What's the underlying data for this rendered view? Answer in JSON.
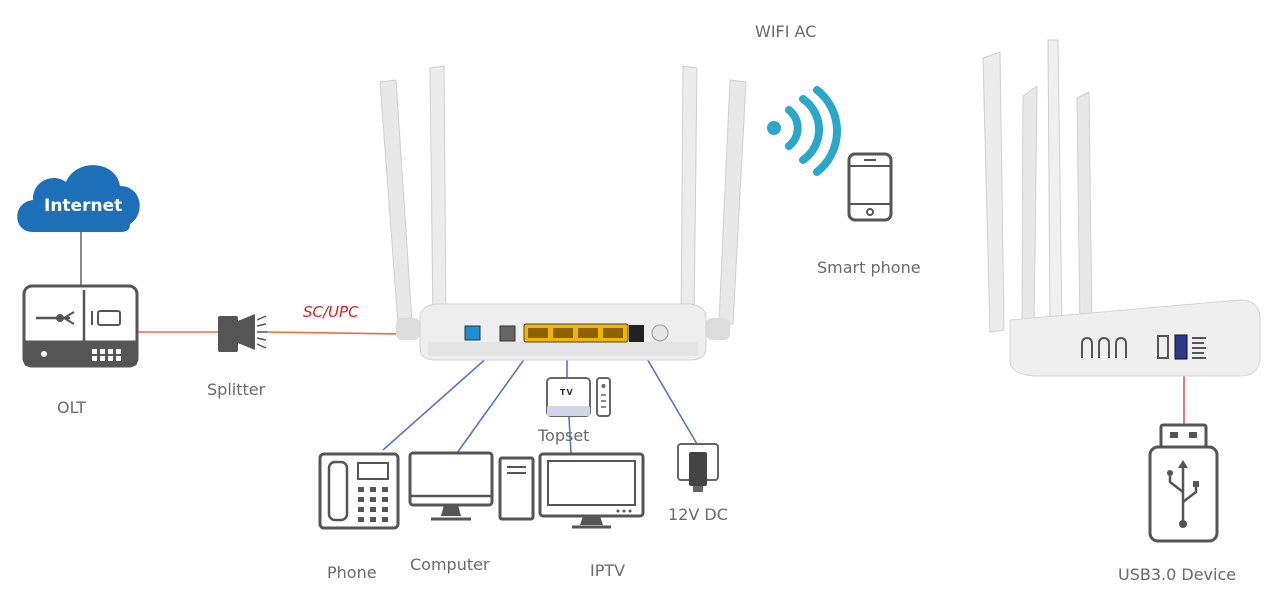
{
  "labels": {
    "wifi_ac": "WIFI AC",
    "internet": "Internet",
    "olt": "OLT",
    "splitter": "Splitter",
    "sc_upc": "SC/UPC",
    "smart_phone": "Smart phone",
    "topset": "Topset",
    "tv_badge": "TV",
    "dc": "12V DC",
    "phone": "Phone",
    "computer": "Computer",
    "iptv": "IPTV",
    "usb_device": "USB3.0 Device"
  },
  "colors": {
    "cloud": "#1d6fb8",
    "fiber": "#f26a3c",
    "ethernet": "#5577c4",
    "usb_line": "#e05561",
    "wifi": "#2ba8c8",
    "router_body": "#eeeeee",
    "lan_port": "#f5b400",
    "pon_port": "#1d8fd6",
    "icon": "#555555"
  },
  "icons": {
    "cloud": "cloud-icon",
    "olt": "olt-device-icon",
    "splitter": "splitter-icon",
    "router_front": "router-icon",
    "router_side": "router-side-icon",
    "wifi": "wifi-signal-icon",
    "smart_phone": "smartphone-icon",
    "settop_box": "settop-box-icon",
    "remote": "remote-control-icon",
    "power_adapter": "power-adapter-icon",
    "desk_phone": "desk-phone-icon",
    "computer": "computer-icon",
    "tv": "tv-monitor-icon",
    "usb": "usb-drive-icon"
  }
}
